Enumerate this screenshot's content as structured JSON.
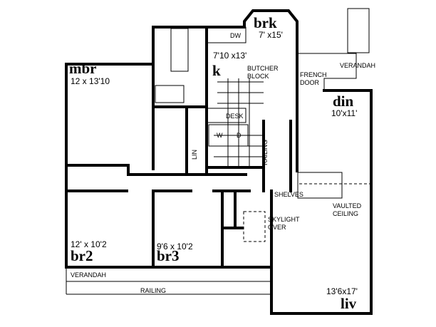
{
  "rooms": {
    "mbr": {
      "name": "mbr",
      "dims": "12 x 13'10"
    },
    "brk": {
      "name": "brk",
      "dims": "7' x15'"
    },
    "k": {
      "name": "k",
      "dims": "7'10 x13'"
    },
    "din": {
      "name": "din",
      "dims": "10'x11'"
    },
    "br2": {
      "name": "br2",
      "dims": "12' x 10'2"
    },
    "br3": {
      "name": "br3",
      "dims": "9'6 x 10'2"
    },
    "liv": {
      "name": "liv",
      "dims": "13'6x17'"
    }
  },
  "notes": {
    "dw": "DW",
    "butcher_1": "BUTCHER",
    "butcher_2": "BLOCK",
    "french_1": "FRENCH",
    "french_2": "DOOR",
    "verandah_top": "VERANDAH",
    "desk": "DESK",
    "washer": "W",
    "dryer": "D",
    "lin": "LIN",
    "railing_stair": "RAILING",
    "shelves": "SHELVES",
    "vaulted_1": "VAULTED",
    "vaulted_2": "CEILING",
    "skylight_1": "SKYLIGHT",
    "skylight_2": "OVER",
    "verandah_bottom": "VERANDAH",
    "railing_bottom": "RAILING"
  }
}
